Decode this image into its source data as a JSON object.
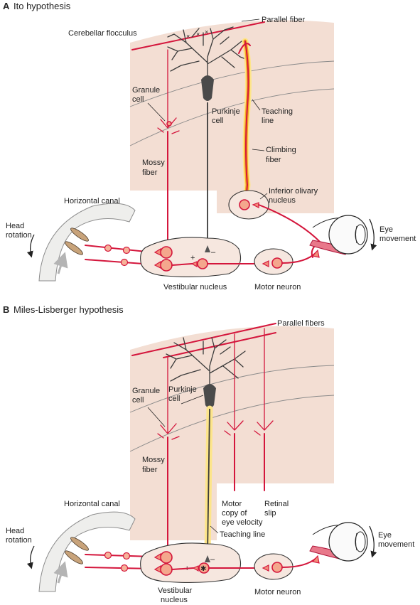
{
  "panel_a": {
    "letter": "A",
    "title": "Ito hypothesis",
    "labels": {
      "parallel_fiber": "Parallel fiber",
      "cerebellar_flocculus": "Cerebellar flocculus",
      "granule_cell_1": "Granule",
      "granule_cell_2": "cell",
      "purkinje_cell_1": "Purkinje",
      "purkinje_cell_2": "cell",
      "teaching_line_1": "Teaching",
      "teaching_line_2": "line",
      "climbing_fiber_1": "Climbing",
      "climbing_fiber_2": "fiber",
      "mossy_fiber_1": "Mossy",
      "mossy_fiber_2": "fiber",
      "inferior_olivary_1": "Inferior olivary",
      "inferior_olivary_2": "nucleus",
      "horizontal_canal": "Horizontal canal",
      "head_rotation_1": "Head",
      "head_rotation_2": "rotation",
      "eye_movement_1": "Eye",
      "eye_movement_2": "movement",
      "vestibular_nucleus": "Vestibular nucleus",
      "motor_neuron": "Motor neuron",
      "plus": "+",
      "minus": "–"
    }
  },
  "panel_b": {
    "letter": "B",
    "title": "Miles-Lisberger hypothesis",
    "labels": {
      "parallel_fibers": "Parallel fibers",
      "granule_cell_1": "Granule",
      "granule_cell_2": "cell",
      "purkinje_cell_1": "Purkinje",
      "purkinje_cell_2": "cell",
      "mossy_fiber_1": "Mossy",
      "mossy_fiber_2": "fiber",
      "motor_copy_1": "Motor",
      "motor_copy_2": "copy of",
      "motor_copy_3": "eye velocity",
      "retinal_slip_1": "Retinal",
      "retinal_slip_2": "slip",
      "teaching_line": "Teaching line",
      "horizontal_canal": "Horizontal canal",
      "head_rotation_1": "Head",
      "head_rotation_2": "rotation",
      "eye_movement_1": "Eye",
      "eye_movement_2": "movement",
      "vestibular_nucleus_1": "Vestibular",
      "vestibular_nucleus_2": "nucleus",
      "motor_neuron": "Motor neuron",
      "plus": "+",
      "minus": "–"
    }
  },
  "colors": {
    "nerve": "#d4163c",
    "cortex": "#f3ded3",
    "teaching": "#fde58a",
    "purkinje": "#3a3a3a"
  }
}
